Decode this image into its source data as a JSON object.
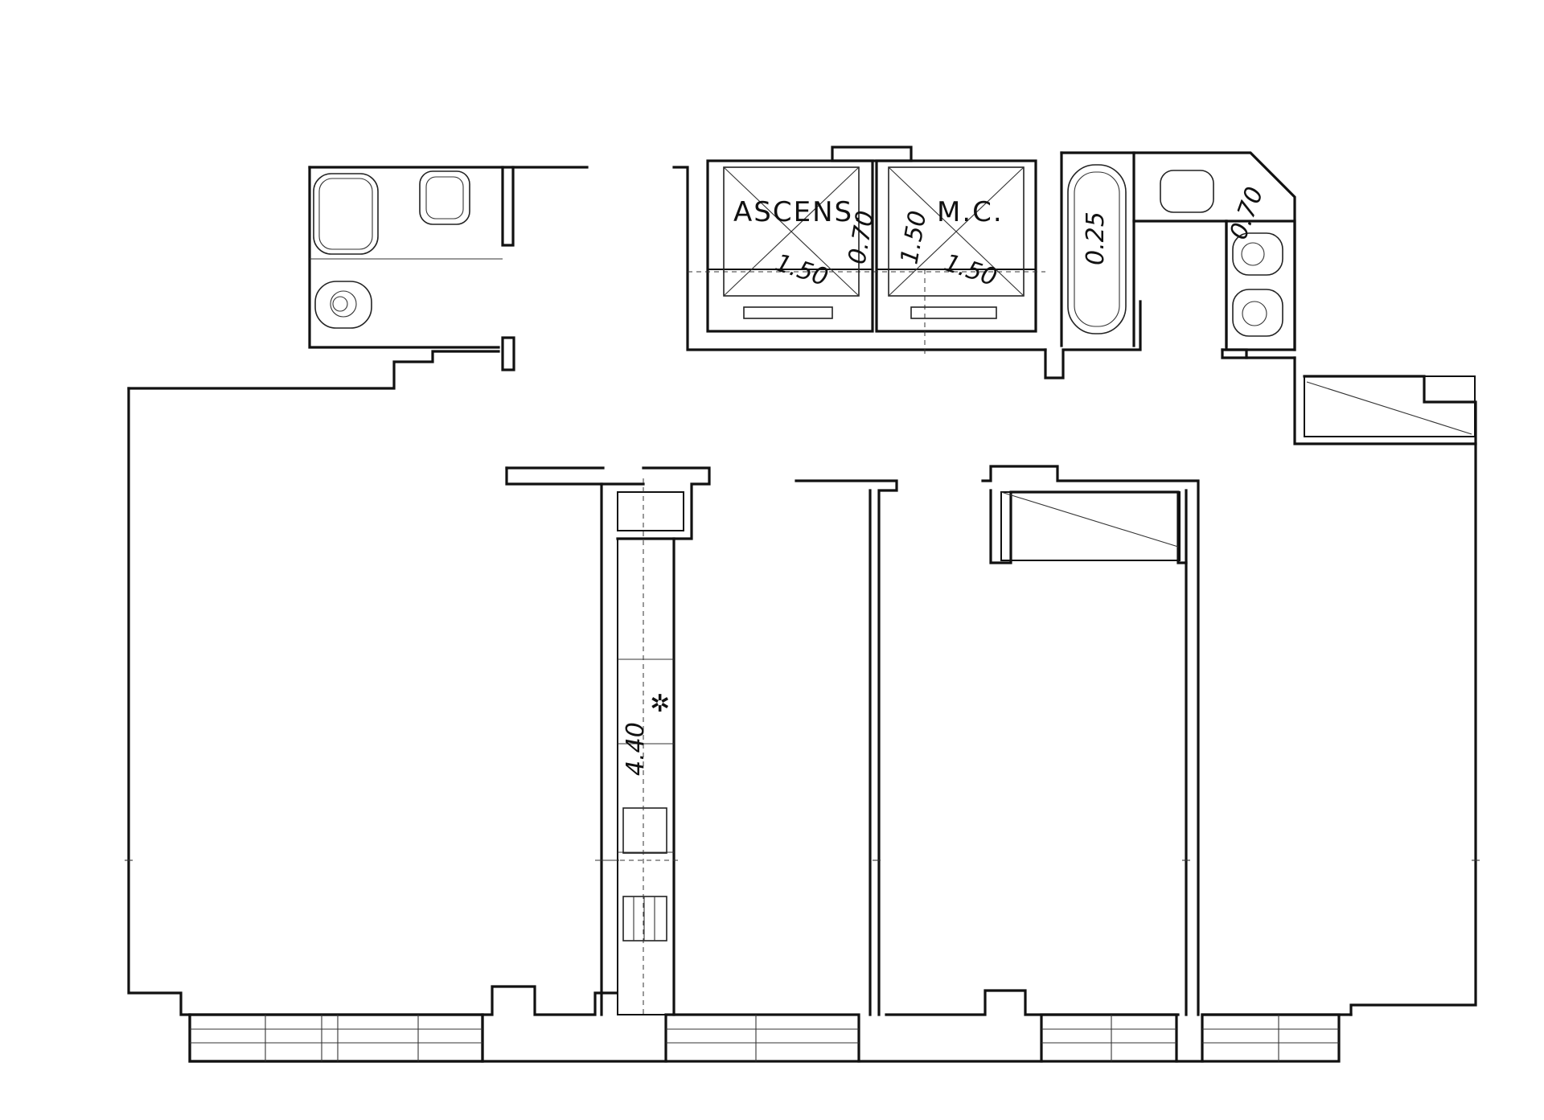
{
  "labels": {
    "elevator": "ASCENS.",
    "freight_lift": "M.C."
  },
  "dimensions": {
    "elevator_width": "1.50",
    "elevator_depth": "0.70",
    "freight_depth": "1.50",
    "freight_width": "1.50",
    "bathtub_width": "0.25",
    "bathroom_upper": "0.70",
    "kitchen_counter": "4.40"
  },
  "symbols": {
    "burner": "✲"
  }
}
